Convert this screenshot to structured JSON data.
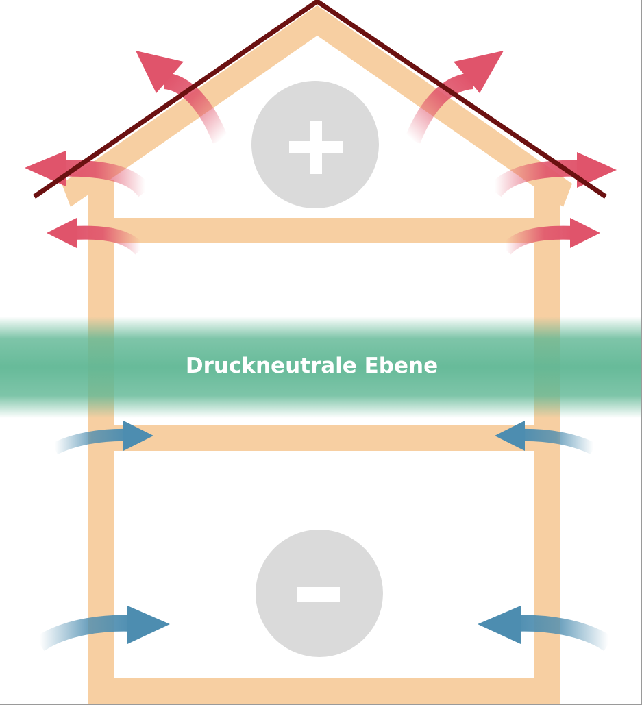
{
  "neutral_plane": {
    "label": "Druckneutrale Ebene"
  },
  "pressure_zones": [
    {
      "zone": "upper",
      "sign": "+",
      "meaning": "overpressure"
    },
    {
      "zone": "lower",
      "sign": "−",
      "meaning": "underpressure"
    }
  ],
  "airflow": {
    "upper_outflow_arrows": 6,
    "lower_inflow_arrows": 4
  },
  "colors": {
    "structure": "#f7cfa2",
    "roof_edge": "#6b1111",
    "neutral_plane": "#5fb794",
    "outflow": "#e0546b",
    "inflow": "#4d8db0",
    "pressure_circle": "#dadada",
    "symbol": "#ffffff"
  },
  "icons": [
    "plus-icon",
    "minus-icon",
    "outflow-arrow-icon",
    "inflow-arrow-icon"
  ]
}
